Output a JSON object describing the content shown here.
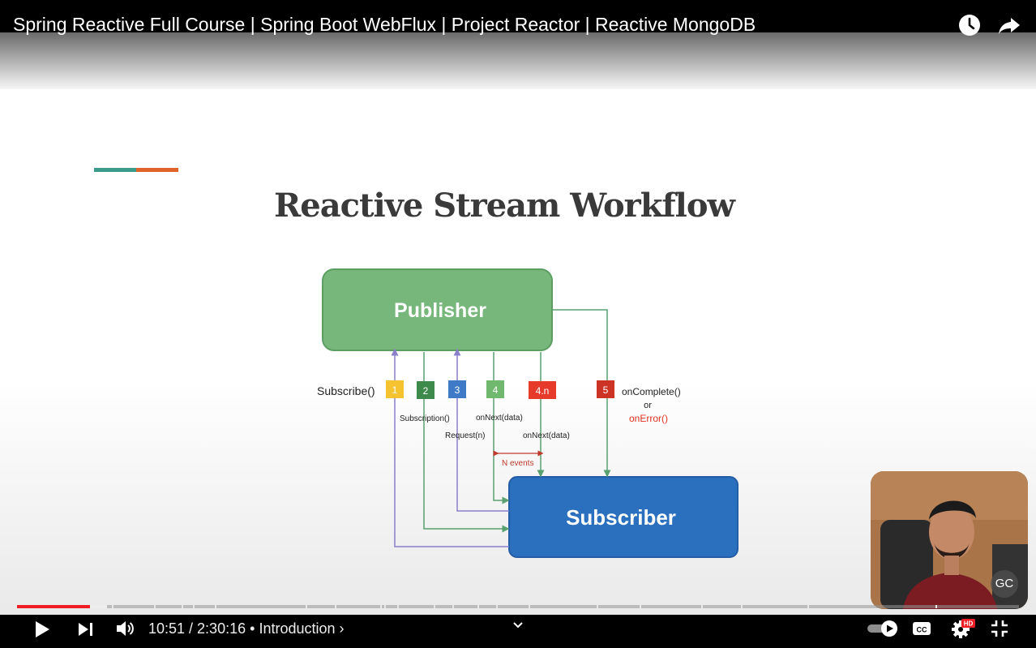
{
  "header": {
    "video_title": "Spring Reactive Full Course | Spring Boot WebFlux | Project Reactor | Reactive MongoDB",
    "icons": [
      "watch-later-icon",
      "share-icon"
    ]
  },
  "slide": {
    "title": "Reactive Stream Workflow",
    "accent_colors": [
      "#3b9a8a",
      "#e0642a"
    ],
    "diagram": {
      "publisher_label": "Publisher",
      "subscriber_label": "Subscriber",
      "publisher_color": "#77b77c",
      "subscriber_color": "#2b6fbf",
      "subscribe_call": "Subscribe()",
      "steps": [
        {
          "label": "1",
          "color": "#f5c230"
        },
        {
          "label": "2",
          "color": "#3e8a4c"
        },
        {
          "label": "3",
          "color": "#3f7ac6"
        },
        {
          "label": "4",
          "color": "#6fb86e"
        },
        {
          "label": "4.n",
          "color": "#e63a2a"
        },
        {
          "label": "5",
          "color": "#cc3325"
        }
      ],
      "labels": {
        "subscription": "Subscription()",
        "request": "Request(n)",
        "on_next_1": "onNext(data)",
        "on_next_2": "onNext(data)",
        "n_events": "N events",
        "on_complete": "onComplete()",
        "or": "or",
        "on_error": "onError()"
      }
    }
  },
  "player": {
    "time": "10:51 / 2:30:16",
    "separator": "•",
    "chapter": "Introduction",
    "progress_fraction": 0.0726,
    "buffer_fraction": 0.09,
    "played_color": "#f01d24",
    "autoplay": true,
    "quality_badge": "HD",
    "buttons": [
      "play-icon",
      "next-icon",
      "volume-icon",
      "chapter-chevron-icon",
      "autoplay-toggle",
      "captions-icon",
      "settings-icon",
      "exit-fullscreen-icon"
    ]
  },
  "pip": {
    "badge": "GC"
  }
}
